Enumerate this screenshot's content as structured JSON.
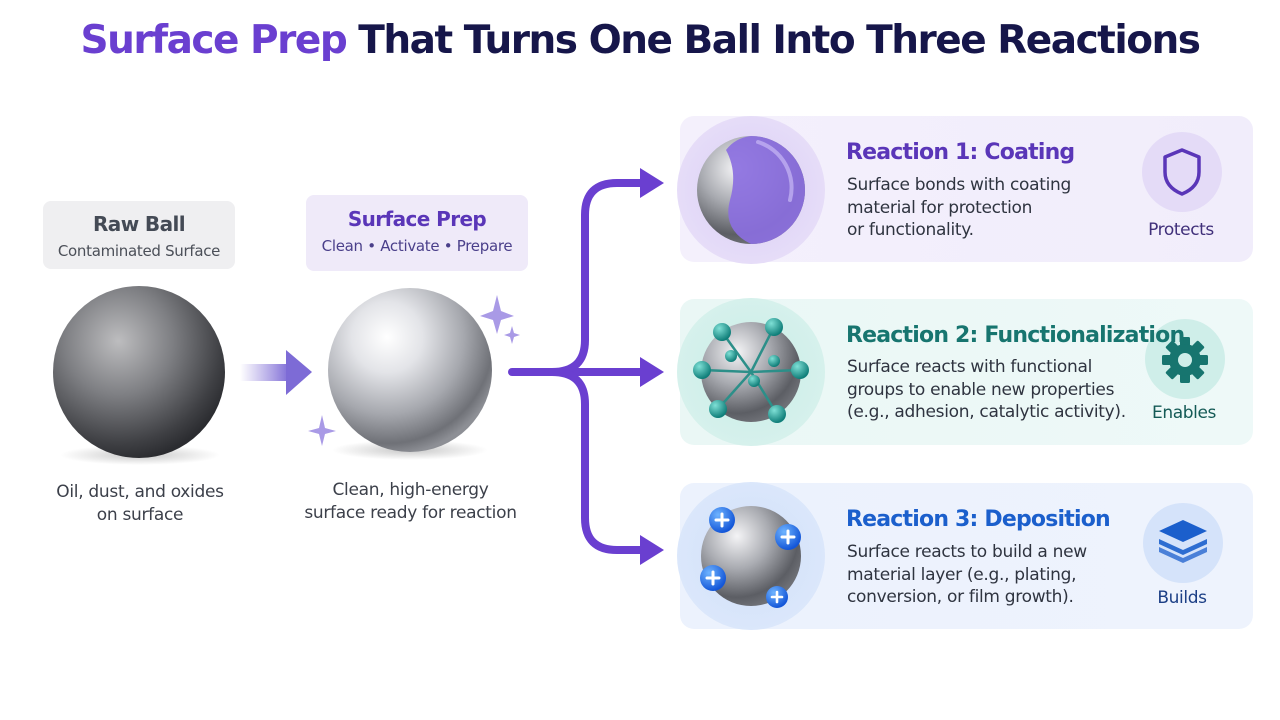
{
  "title": {
    "accent": "Surface Prep",
    "rest": " That Turns One Ball Into Three Reactions"
  },
  "stages": {
    "raw": {
      "label": "Raw Ball",
      "sublabel": "Contaminated Surface",
      "caption_line1": "Oil, dust, and oxides",
      "caption_line2": "on surface"
    },
    "prep": {
      "label": "Surface Prep",
      "sublabel": "Clean • Activate • Prepare",
      "caption_line1": "Clean, high-energy",
      "caption_line2": "surface ready for reaction"
    }
  },
  "reactions": [
    {
      "title": "Reaction 1: Coating",
      "desc": [
        "Surface bonds with coating",
        "material for protection",
        "or functionality."
      ],
      "benefit": "Protects",
      "icon": "shield-icon",
      "color": "#5a36b8"
    },
    {
      "title": "Reaction 2: Functionalization",
      "desc": [
        "Surface reacts with functional",
        "groups to enable new properties",
        "(e.g., adhesion, catalytic activity)."
      ],
      "benefit": "Enables",
      "icon": "gear-icon",
      "color": "#17756f"
    },
    {
      "title": "Reaction 3: Deposition",
      "desc": [
        "Surface reacts to build a new",
        "material layer (e.g., plating,",
        "conversion, or film growth)."
      ],
      "benefit": "Builds",
      "icon": "layers-icon",
      "color": "#1b5fcc"
    }
  ],
  "colors": {
    "accent_purple": "#6a3fd0",
    "teal": "#17756f",
    "blue": "#1b5fcc",
    "navy": "#16164a"
  }
}
